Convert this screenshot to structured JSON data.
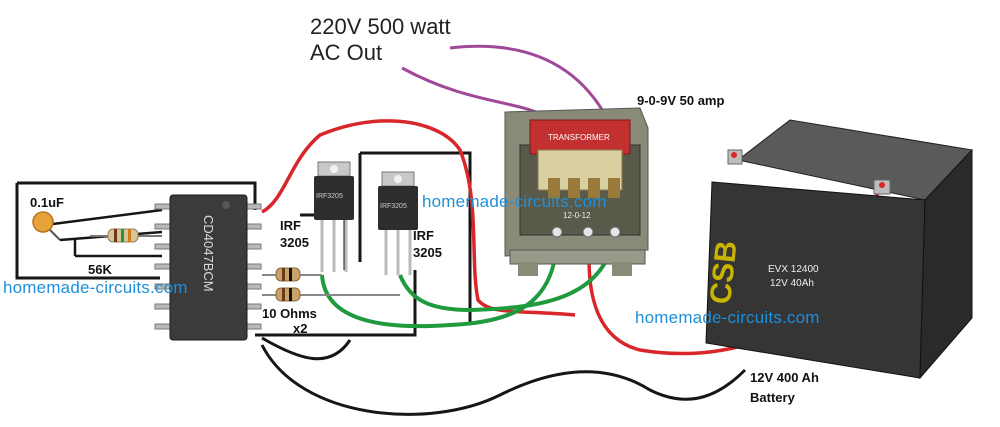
{
  "title": {
    "line1": "220V 500 watt",
    "line2": "AC Out"
  },
  "labels": {
    "transformer_rating": "9-0-9V 50 amp",
    "battery_line1": "12V 400 Ah",
    "battery_line2": "Battery",
    "capacitor": "0.1uF",
    "resistor_56k": "56K",
    "mosfet_1_line1": "IRF",
    "mosfet_1_line2": "3205",
    "mosfet_2_line1": "IRF",
    "mosfet_2_line2": "3205",
    "gate_resistor_line1": "10 Ohms",
    "gate_resistor_line2": "x2"
  },
  "parts": {
    "ic_marking": "CD4047BCM",
    "mosfet_marking": "IRF3205",
    "transformer_plate": "TRANSFORMER",
    "transformer_winding": "12-0-12",
    "battery_brand": "CSB",
    "battery_model_line1": "EVX 12400",
    "battery_model_line2": "12V 40Ah"
  },
  "watermark": "homemade-circuits.com",
  "colors": {
    "ac_wire": "#a0489a",
    "red_wire": "#d8262a",
    "green_wire": "#1f9a3d",
    "black_wire": "#161616",
    "watermark": "#1e8fd8"
  }
}
